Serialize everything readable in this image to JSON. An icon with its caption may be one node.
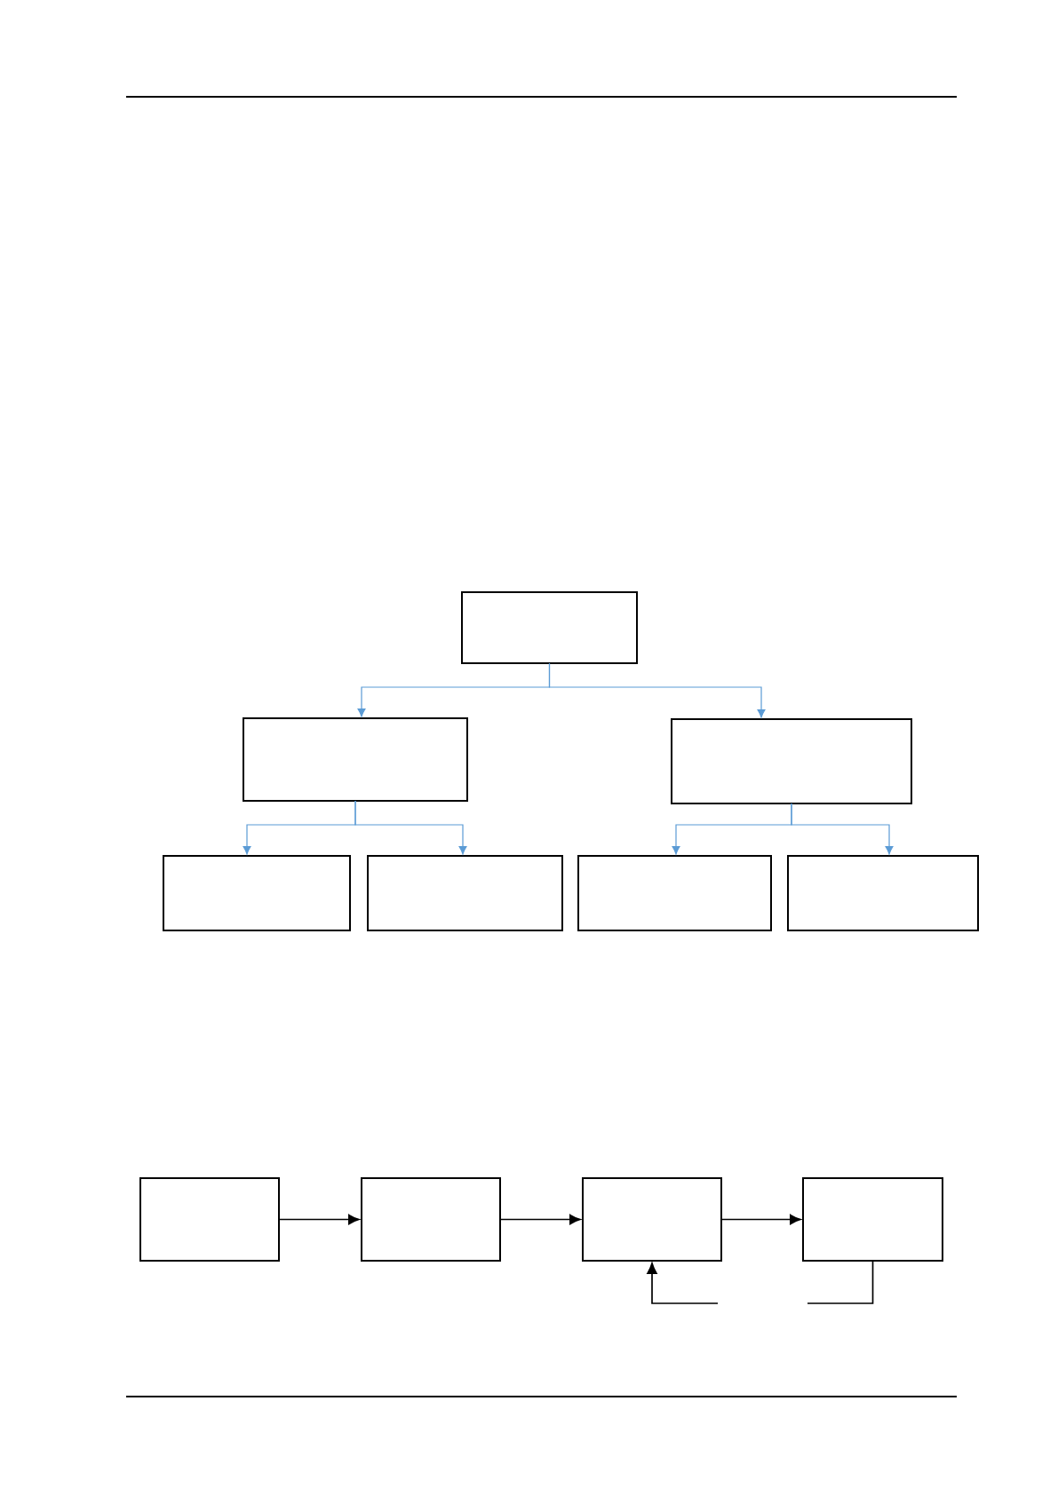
{
  "diagram": {
    "nodes": [
      {
        "text": [],
        "shape": "box"
      },
      {
        "text": [],
        "shape": "box"
      },
      {
        "text": [],
        "shape": "box"
      },
      {
        "text": [],
        "shape": "box"
      },
      {
        "text": [],
        "shape": "box"
      },
      {
        "text": [],
        "shape": "box"
      },
      {
        "text": [],
        "shape": "box"
      },
      {
        "text": [],
        "shape": "box"
      },
      {
        "text": [],
        "shape": "box"
      },
      {
        "text": [],
        "shape": "box"
      },
      {
        "text": [],
        "shape": "box"
      }
    ],
    "edges": [
      {
        "from": 0,
        "to": 1,
        "arrow": "to",
        "color": "#5b9bd5"
      },
      {
        "from": 0,
        "to": 2,
        "arrow": "to",
        "color": "#5b9bd5"
      },
      {
        "from": 1,
        "to": 3,
        "arrow": "to",
        "color": "#5b9bd5"
      },
      {
        "from": 1,
        "to": 4,
        "arrow": "to",
        "color": "#5b9bd5"
      },
      {
        "from": 2,
        "to": 5,
        "arrow": "to",
        "color": "#5b9bd5"
      },
      {
        "from": 2,
        "to": 6,
        "arrow": "to",
        "color": "#5b9bd5"
      },
      {
        "from": 7,
        "to": 8,
        "arrow": "to",
        "color": "#000000"
      },
      {
        "from": 8,
        "to": 9,
        "arrow": "to",
        "color": "#000000"
      },
      {
        "from": 9,
        "to": 10,
        "arrow": "to",
        "color": "#000000"
      },
      {
        "from": 10,
        "to": null,
        "arrow": "none",
        "color": "#000000"
      },
      {
        "from": null,
        "to": 9,
        "arrow": "to",
        "color": "#000000"
      }
    ]
  }
}
